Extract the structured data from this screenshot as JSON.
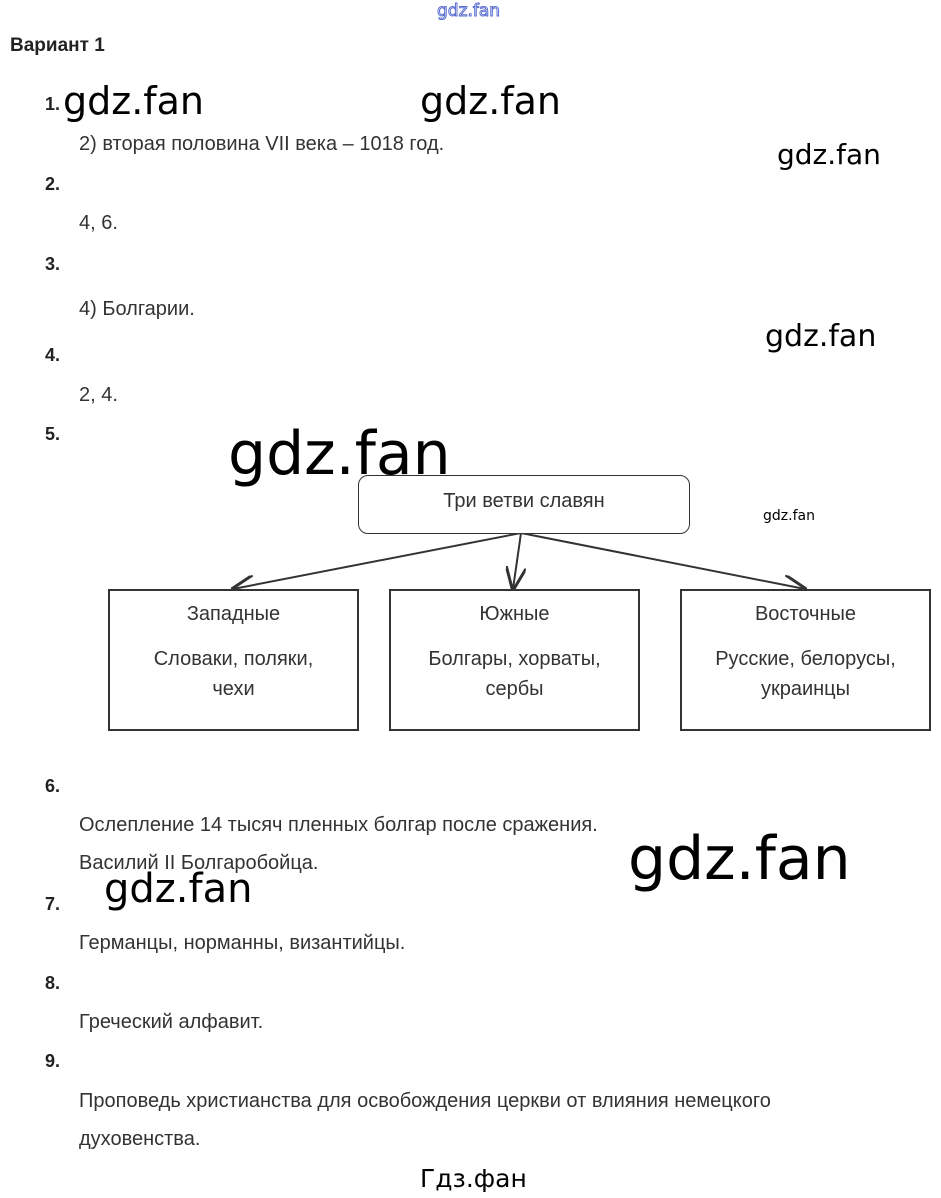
{
  "watermarks": {
    "top": "gdz.fan",
    "w1": "gdz.fan",
    "w2": "gdz.fan",
    "w3": "gdz.fan",
    "w4": "gdz.fan",
    "w5": "gdz.fan",
    "w6": "gdz.fan",
    "w7": "gdz.fan",
    "w8": "gdz.fan",
    "bottom": "Гдз.фан"
  },
  "title": "Вариант 1",
  "answers": [
    {
      "num": "1.",
      "lines": [
        "2) вторая половина VII века – 1018 год."
      ]
    },
    {
      "num": "2.",
      "lines": [
        "4, 6."
      ]
    },
    {
      "num": "3.",
      "lines": [
        "4) Болгарии."
      ]
    },
    {
      "num": "4.",
      "lines": [
        "2, 4."
      ]
    },
    {
      "num": "5.",
      "lines": []
    },
    {
      "num": "6.",
      "lines": [
        "Ослепление 14 тысяч пленных болгар после сражения.",
        "Василий II Болгаробойца."
      ]
    },
    {
      "num": "7.",
      "lines": [
        "Германцы, норманны, византийцы."
      ]
    },
    {
      "num": "8.",
      "lines": [
        "Греческий алфавит."
      ]
    },
    {
      "num": "9.",
      "lines": [
        "Проповедь христианства для освобождения церкви от влияния немецкого",
        "духовенства."
      ]
    }
  ],
  "diagram": {
    "root": "Три ветви славян",
    "branches": [
      {
        "title": "Западные",
        "members": "Словаки, поляки, чехи"
      },
      {
        "title": "Южные",
        "members": "Болгары, хорваты, сербы"
      },
      {
        "title": "Восточные",
        "members": "Русские, белорусы, украинцы"
      }
    ]
  }
}
